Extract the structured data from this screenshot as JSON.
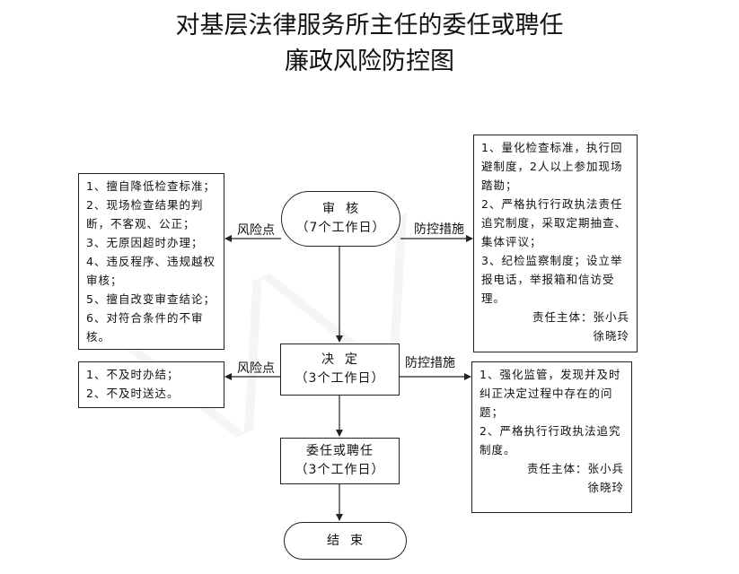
{
  "title": {
    "line1": "对基层法律服务所主任的委任或聘任",
    "line2": "廉政风险防控图"
  },
  "nodes": {
    "review": {
      "label": "审  核",
      "sub": "（7个工作日）"
    },
    "decide": {
      "label": "决  定",
      "sub": "（3个工作日）"
    },
    "appoint": {
      "label": "委任或聘任",
      "sub": "（3个工作日）"
    },
    "end": {
      "label": "结  束"
    }
  },
  "labels": {
    "risk_point_1": "风险点",
    "control_1": "防控措施",
    "risk_point_2": "风险点",
    "control_2": "防控措施"
  },
  "risks_review": [
    "1、擅自降低检查标准；",
    "2、现场检查结果的判断，不客观、公正；",
    "3、无原因超时办理；",
    "4、违反程序、违规越权审核；",
    "5、擅自改变审查结论；",
    "6、对符合条件的不审核。"
  ],
  "risks_decide": [
    "1、不及时办结；",
    "2、不及时送达。"
  ],
  "controls_review": {
    "items": [
      "1、量化检查标准，执行回避制度，2人以上参加现场踏勘；",
      "2、严格执行行政执法责任追究制度，采取定期抽查、集体评议；",
      "3、纪检监察制度；设立举报电话，举报箱和信访受理。"
    ],
    "resp_line1": "责任主体：张小兵",
    "resp_line2": "徐晓玲"
  },
  "controls_decide": {
    "items": [
      "1、强化监管，发现并及时纠正决定过程中存在的问题；",
      "2、严格执行行政执法追究制度。"
    ],
    "resp_line1": "责任主体：张小兵",
    "resp_line2": "徐晓玲"
  }
}
